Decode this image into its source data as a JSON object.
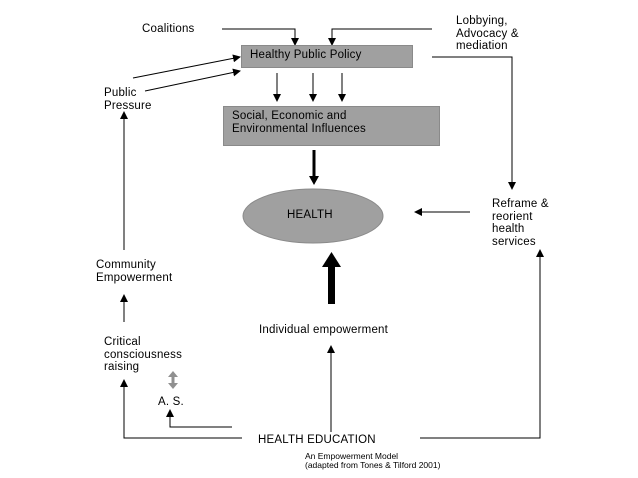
{
  "nodes": {
    "coalitions": "Coalitions",
    "lobbying": "Lobbying,\nAdvocacy &\nmediation",
    "healthy_public_policy": "Healthy Public Policy",
    "public_pressure": "Public\nPressure",
    "social_influences": "Social, Economic and\nEnvironmental Influences",
    "health": "HEALTH",
    "reframe": "Reframe &\nreorient\nhealth\nservices",
    "community_empowerment": "Community\nEmpowerment",
    "individual_empowerment": "Individual empowerment",
    "critical_consciousness": "Critical\nconsciousness\nraising",
    "as": "A. S.",
    "health_education": "HEALTH EDUCATION"
  },
  "caption": {
    "line1": "An Empowerment Model",
    "line2": "(adapted from Tones & Tilford 2001)"
  },
  "colors": {
    "box_fill": "#a0a0a0",
    "ellipse_fill": "#a0a0a0",
    "line": "#000000",
    "double_arrow": "#909090"
  }
}
